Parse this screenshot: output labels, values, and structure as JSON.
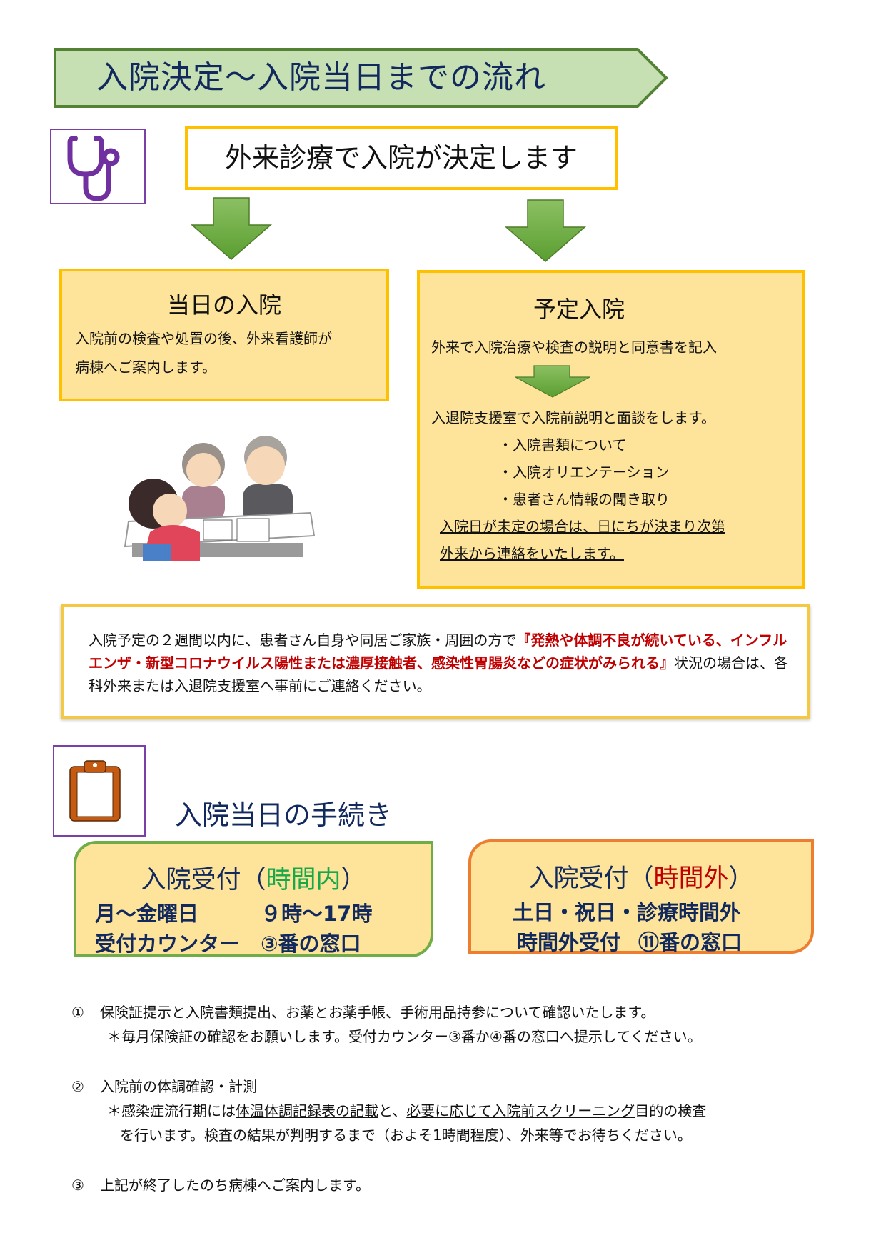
{
  "banner": {
    "title": "入院決定〜入院当日までの流れ",
    "fill": "#c6e0b4",
    "stroke": "#548235",
    "text_color": "#12295e"
  },
  "flow": {
    "decision": "外来診療で入院が決定します",
    "same_day": {
      "title": "当日の入院",
      "body_lines": [
        "入院前の検査や処置の後、外来看護師が",
        "病棟へご案内します。"
      ]
    },
    "planned": {
      "title": "予定入院",
      "step1": "外来で入院治療や検査の説明と同意書を記入",
      "step2": "入退院支援室で入院前説明と面談をします。",
      "bullets": [
        "・入院書類について",
        "・入院オリエンテーション",
        "・患者さん情報の聞き取り"
      ],
      "note_lines": [
        "入院日が未定の場合は、日にちが決まり次第",
        "外来から連絡をいたします。"
      ]
    }
  },
  "notice": {
    "part1": "入院予定の２週間以内に、患者さん自身や同居ご家族・周囲の方で",
    "highlight": "『発熱や体調不良が続いている、インフルエンザ・新型コロナウイルス陽性または濃厚接触者、感染性胃腸炎などの症状がみられる』",
    "part2": "状況の場合は、各科外来または入退院支援室へ事前にご連絡ください。"
  },
  "procedures": {
    "title": "入院当日の手続き",
    "in_hours": {
      "title_prefix": "入院受付（",
      "title_highlight": "時間内",
      "title_suffix": "）",
      "days": "月〜金曜日",
      "hours": "９時〜17時",
      "counter": "受付カウンター",
      "window": "③番の窓口"
    },
    "after_hours": {
      "title_prefix": "入院受付（",
      "title_highlight": "時間外",
      "title_suffix": "）",
      "days": "土日・祝日・診療時間外",
      "counter": "時間外受付",
      "window": "⑪番の窓口"
    }
  },
  "steps": [
    {
      "num": "①",
      "text": "保険証提示と入院書類提出、お薬とお薬手帳、手術用品持参について確認いたします。",
      "sub": "＊毎月保険証の確認をお願いします。受付カウンター③番か④番の窓口へ提示してください。"
    },
    {
      "num": "②",
      "text": "入院前の体調確認・計測",
      "sub_a": "＊感染症流行期には",
      "sub_ul1": "体温体調記録表の記載",
      "sub_b": "と、",
      "sub_ul2": "必要に応じて入院前スクリーニング",
      "sub_c": "目的の検査",
      "sub2": "を行います。検査の結果が判明するまで（およそ1時間程度）、外来等でお待ちください。"
    },
    {
      "num": "③",
      "text": "上記が終了したのち病棟へご案内します。"
    }
  ],
  "icons": {
    "stethoscope": "stethoscope-icon",
    "clipboard": "clipboard-icon",
    "illustration": "nurse-consultation-illustration"
  }
}
